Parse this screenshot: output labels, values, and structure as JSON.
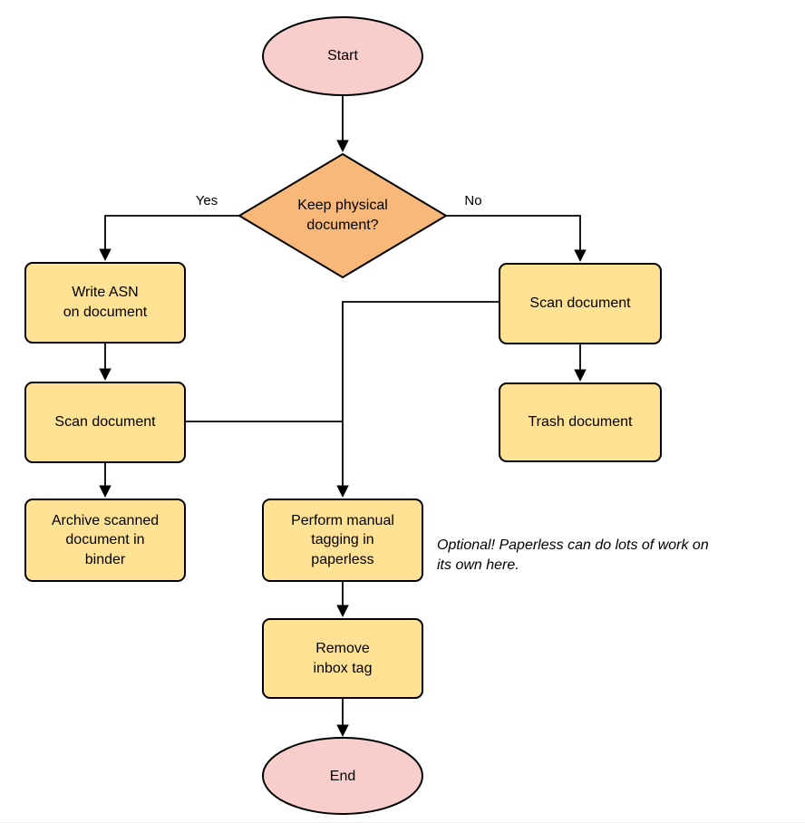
{
  "colors": {
    "terminator_fill": "#f8cecc",
    "decision_fill": "#f8b87a",
    "process_fill": "#ffe294",
    "stroke": "#000000"
  },
  "nodes": {
    "start": {
      "label": "Start"
    },
    "decision": {
      "label": "Keep physical\ndocument?"
    },
    "write_asn": {
      "label": "Write ASN\non document"
    },
    "scan_left": {
      "label": "Scan document"
    },
    "archive": {
      "label": "Archive scanned\ndocument in\nbinder"
    },
    "scan_right": {
      "label": "Scan document"
    },
    "trash": {
      "label": "Trash document"
    },
    "tagging": {
      "label": "Perform manual\ntagging in\npaperless"
    },
    "remove_inbox": {
      "label": "Remove\ninbox tag"
    },
    "end": {
      "label": "End"
    }
  },
  "edges": {
    "yes_label": "Yes",
    "no_label": "No"
  },
  "note": {
    "text": "Optional! Paperless can do lots of work on\nits own here."
  }
}
